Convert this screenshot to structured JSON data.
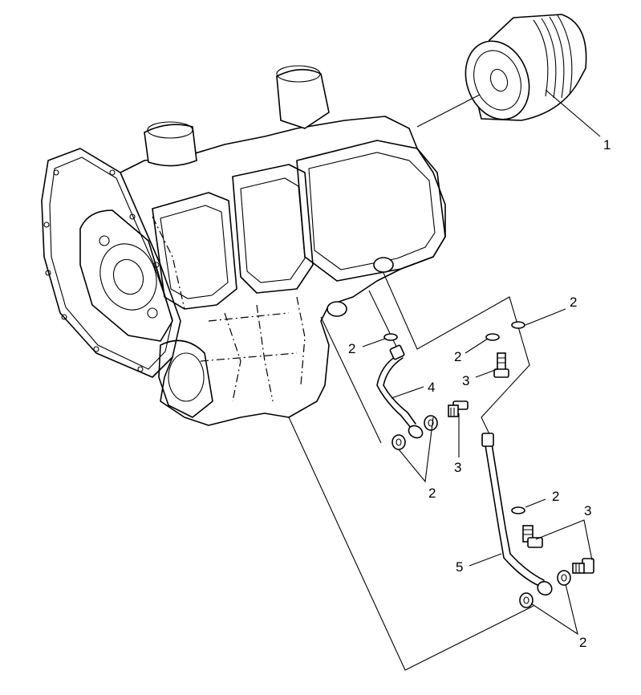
{
  "callouts": {
    "c1": "1",
    "c2a": "2",
    "c2b": "2",
    "c2c": "2",
    "c2d": "2",
    "c2e": "2",
    "c2f": "2",
    "c3a": "3",
    "c3b": "3",
    "c3c": "3",
    "c4": "4",
    "c5": "5"
  }
}
